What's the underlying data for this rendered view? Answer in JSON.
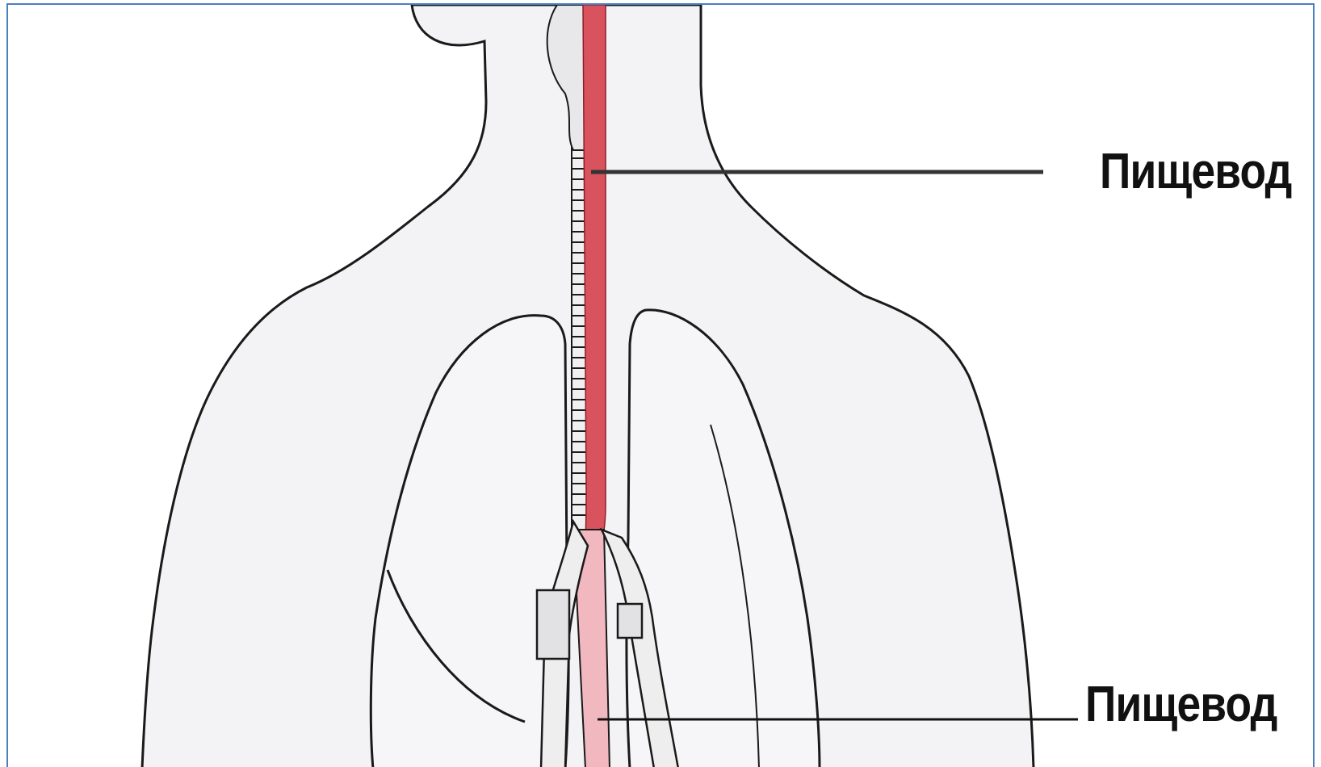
{
  "figure": {
    "labels": [
      {
        "text": "Пищевод",
        "position": "upper-right"
      },
      {
        "text": "Пищевод",
        "position": "lower-right"
      }
    ]
  },
  "colors": {
    "frame_border": "#4a7fc0",
    "esophagus": "#d9535f",
    "esophagus_lower": "#f2b8c0",
    "body_fill": "#f3f3f5",
    "outline": "#1a1a1a"
  }
}
